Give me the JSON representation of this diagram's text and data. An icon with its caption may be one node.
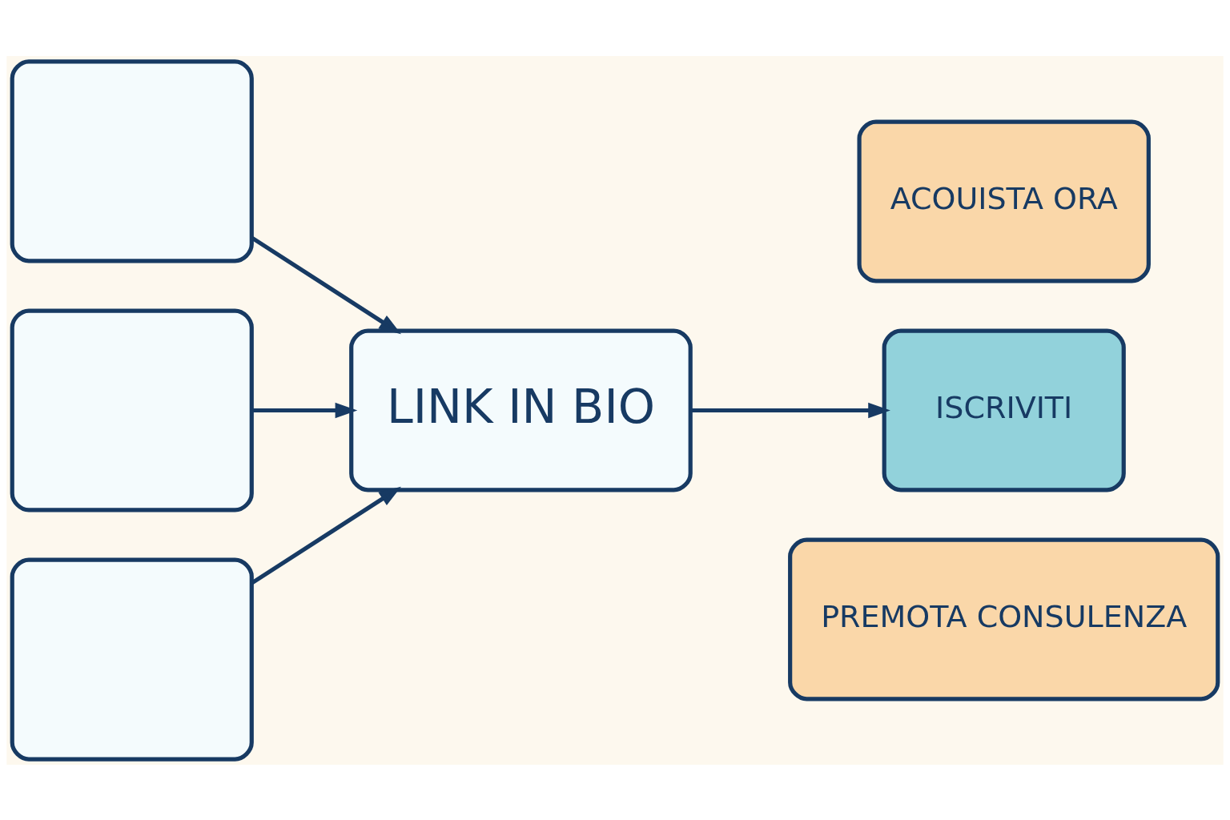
{
  "diagram": {
    "nodes": [
      {
        "text": [],
        "shape": "box"
      },
      {
        "text": [],
        "shape": "box"
      },
      {
        "text": [],
        "shape": "box"
      },
      {
        "text": [
          "LINK IN BIO"
        ]
      },
      {
        "text": [
          "ACOUISTA ORA"
        ]
      },
      {
        "text": [
          "ISCRIVITI"
        ]
      },
      {
        "text": [
          "PREMOTA CONSULENZA"
        ]
      }
    ],
    "edges": [
      {
        "from": 0,
        "to": 3,
        "arrow": "to"
      },
      {
        "from": 1,
        "to": 3,
        "arrow": "to"
      },
      {
        "from": 2,
        "to": 3,
        "arrow": "to"
      },
      {
        "from": 3,
        "to": 5,
        "arrow": "to"
      }
    ]
  }
}
